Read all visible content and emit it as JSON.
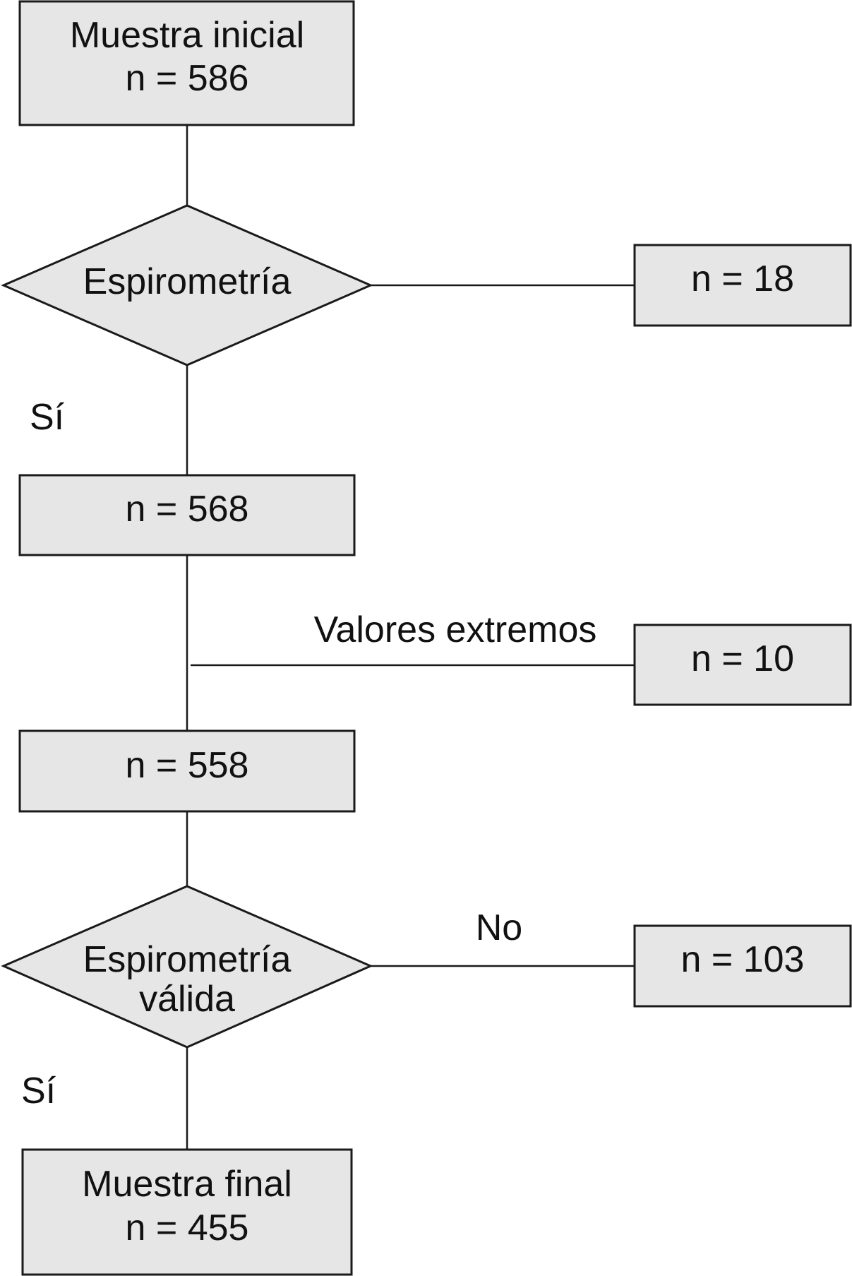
{
  "nodes": {
    "initial_sample": {
      "title": "Muestra inicial",
      "count": "n = 586"
    },
    "decision_spirometry": {
      "label": "Espirometría"
    },
    "excluded_no_spirometry": {
      "count": "n = 18"
    },
    "after_spirometry": {
      "count": "n = 568"
    },
    "excluded_extreme": {
      "count": "n = 10"
    },
    "after_extreme": {
      "count": "n = 558"
    },
    "decision_valid": {
      "line1": "Espirometría",
      "line2": "válida"
    },
    "excluded_invalid": {
      "count": "n = 103"
    },
    "final_sample": {
      "title": "Muestra final",
      "count": "n = 455"
    }
  },
  "edge_labels": {
    "yes_1": "Sí",
    "extreme_values": "Valores extremos",
    "no_2": "No",
    "yes_2": "Sí"
  }
}
